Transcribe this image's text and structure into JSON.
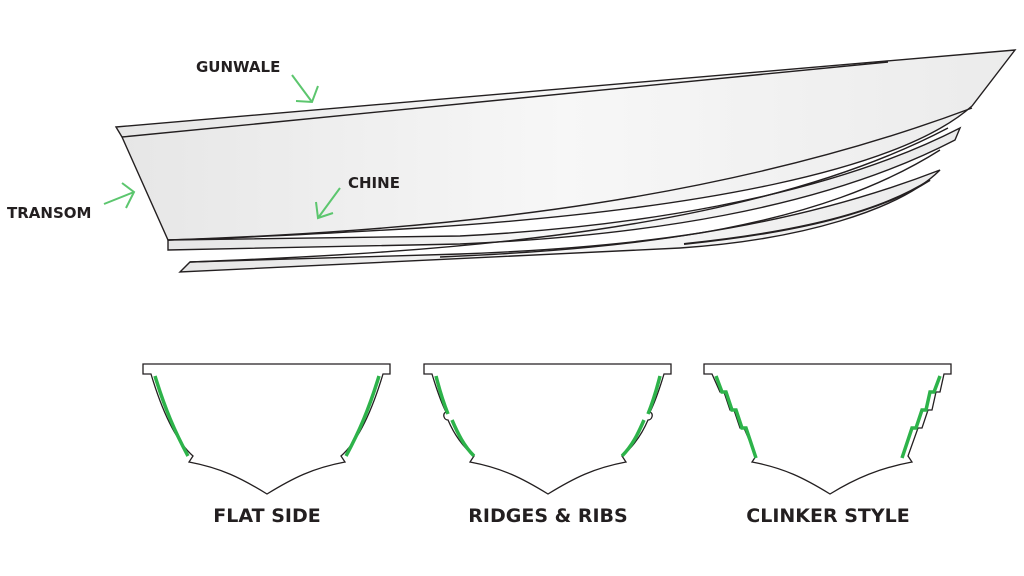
{
  "labels": {
    "gunwale": "GUNWALE",
    "chine": "CHINE",
    "transom": "TRANSOM"
  },
  "sections": [
    {
      "label": "FLAT SIDE"
    },
    {
      "label": "RIDGES & RIBS"
    },
    {
      "label": "CLINKER STYLE"
    }
  ],
  "colors": {
    "highlight": "#2db34a",
    "arrow": "#5cc66e",
    "outline": "#231f20",
    "hull_fill": "#ededed"
  }
}
